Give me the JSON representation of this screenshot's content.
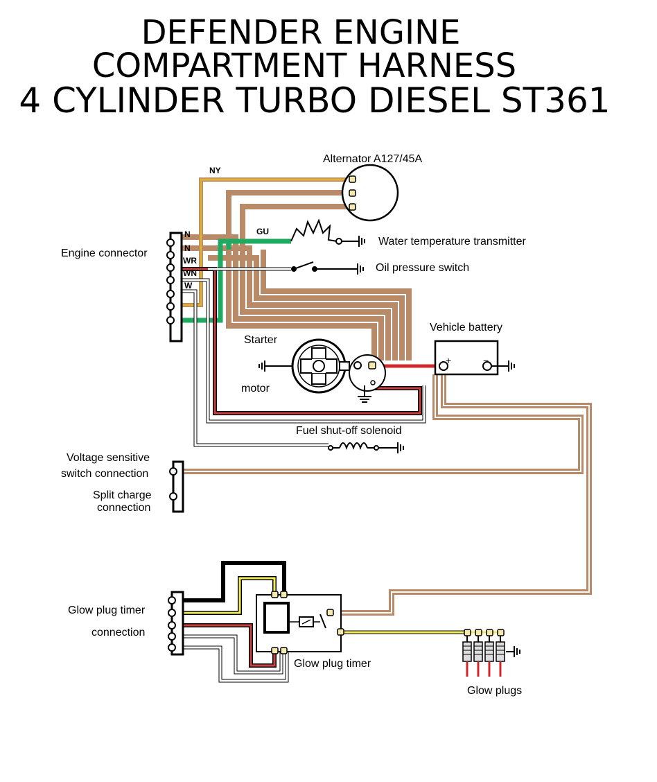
{
  "title": {
    "line1": "DEFENDER ENGINE",
    "line2": "COMPARTMENT HARNESS",
    "line3": "4 CYLINDER TURBO DIESEL ST361"
  },
  "labels": {
    "alternator": "Alternator A127/45A",
    "water_temp": "Water temperature transmitter",
    "oil_pressure": "Oil pressure switch",
    "engine_connector": "Engine connector",
    "starter": "Starter",
    "motor": "motor",
    "vehicle_battery": "Vehicle battery",
    "fuel_solenoid": "Fuel shut-off solenoid",
    "voltage_switch_1": "Voltage sensitive",
    "voltage_switch_2": "switch connection",
    "split_charge_1": "Split charge",
    "split_charge_2": "connection",
    "glow_timer_conn_1": "Glow plug timer",
    "glow_timer_conn_2": "connection",
    "glow_timer": "Glow plug timer",
    "glow_plugs": "Glow plugs"
  },
  "wire_codes": {
    "ny": "NY",
    "gu": "GU",
    "n1": "N",
    "n2": "N",
    "wr": "WR",
    "wn": "WN",
    "w": "W"
  },
  "colors": {
    "brown": "#b88a68",
    "green": "#1faa62",
    "yellow_brown": "#d9a020",
    "yellow": "#f2ec5a",
    "red": "#d02828",
    "black": "#000000"
  }
}
